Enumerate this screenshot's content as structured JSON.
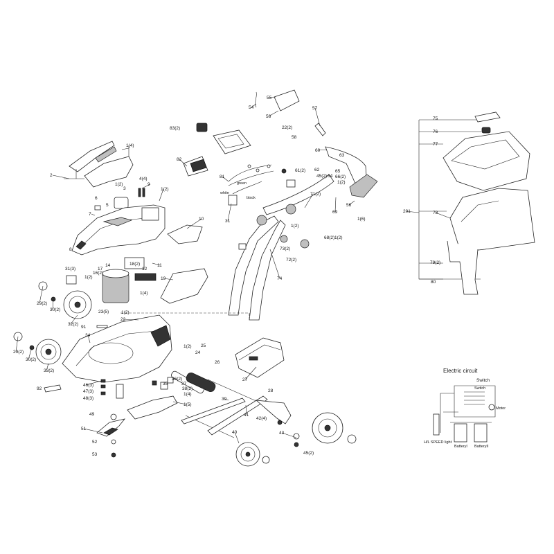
{
  "parts": [
    {
      "id": "p2",
      "label": "2"
    },
    {
      "id": "p1_4a",
      "label": "1(4)"
    },
    {
      "id": "p1_2a",
      "label": "1(2)"
    },
    {
      "id": "p4_4",
      "label": "4(4)"
    },
    {
      "id": "p9",
      "label": "9"
    },
    {
      "id": "p1_2b",
      "label": "1(2)"
    },
    {
      "id": "p6",
      "label": "6"
    },
    {
      "id": "p7",
      "label": "7"
    },
    {
      "id": "p3",
      "label": "3"
    },
    {
      "id": "p5",
      "label": "5"
    },
    {
      "id": "p8",
      "label": "8"
    },
    {
      "id": "p10",
      "label": "10"
    },
    {
      "id": "p18_2",
      "label": "18(2)"
    },
    {
      "id": "p11",
      "label": "11"
    },
    {
      "id": "p12",
      "label": "12"
    },
    {
      "id": "p31_3",
      "label": "31(3)"
    },
    {
      "id": "p14",
      "label": "14"
    },
    {
      "id": "p17",
      "label": "17"
    },
    {
      "id": "p16_2",
      "label": "16(2)"
    },
    {
      "id": "p1_2c",
      "label": "1(2)"
    },
    {
      "id": "p19",
      "label": "19"
    },
    {
      "id": "p1_4b",
      "label": "1(4)"
    },
    {
      "id": "p29_2a",
      "label": "29(2)"
    },
    {
      "id": "p30_2a",
      "label": "30(2)"
    },
    {
      "id": "p32_2",
      "label": "32(2)"
    },
    {
      "id": "p23_5",
      "label": "23(5)"
    },
    {
      "id": "p1_2d",
      "label": "1(2)"
    },
    {
      "id": "p22",
      "label": "22"
    },
    {
      "id": "p91",
      "label": "91"
    },
    {
      "id": "p29_2b",
      "label": "29(2)"
    },
    {
      "id": "p30_2b",
      "label": "30(2)"
    },
    {
      "id": "p33_2",
      "label": "33(2)"
    },
    {
      "id": "p34",
      "label": "34"
    },
    {
      "id": "p92",
      "label": "92"
    },
    {
      "id": "p46_3",
      "label": "46(3)"
    },
    {
      "id": "p47_3",
      "label": "47(3)"
    },
    {
      "id": "p48_3",
      "label": "48(3)"
    },
    {
      "id": "p49",
      "label": "49"
    },
    {
      "id": "p51",
      "label": "51"
    },
    {
      "id": "p52",
      "label": "52"
    },
    {
      "id": "p53",
      "label": "53"
    },
    {
      "id": "p35",
      "label": "35"
    },
    {
      "id": "p36_2",
      "label": "36(2)"
    },
    {
      "id": "p37",
      "label": "37"
    },
    {
      "id": "p38_2",
      "label": "38(2)"
    },
    {
      "id": "p1_4c",
      "label": "1(4)"
    },
    {
      "id": "p1_5",
      "label": "1(5)"
    },
    {
      "id": "p1_2e",
      "label": "1(2)"
    },
    {
      "id": "p24",
      "label": "24"
    },
    {
      "id": "p25",
      "label": "25"
    },
    {
      "id": "p26",
      "label": "26"
    },
    {
      "id": "p27",
      "label": "27"
    },
    {
      "id": "p28",
      "label": "28"
    },
    {
      "id": "p39",
      "label": "39"
    },
    {
      "id": "p41",
      "label": "41"
    },
    {
      "id": "p42_4",
      "label": "42(4)"
    },
    {
      "id": "p40",
      "label": "40"
    },
    {
      "id": "p43",
      "label": "43"
    },
    {
      "id": "p45_2a",
      "label": "45(2)"
    },
    {
      "id": "p54",
      "label": "54"
    },
    {
      "id": "p55",
      "label": "55"
    },
    {
      "id": "p56a",
      "label": "56"
    },
    {
      "id": "p57",
      "label": "57"
    },
    {
      "id": "p22_2",
      "label": "22(2)"
    },
    {
      "id": "p58",
      "label": "58"
    },
    {
      "id": "p83_2",
      "label": "83(2)"
    },
    {
      "id": "p82",
      "label": "82"
    },
    {
      "id": "p81",
      "label": "81"
    },
    {
      "id": "p31",
      "label": "31"
    },
    {
      "id": "p60",
      "label": "60"
    },
    {
      "id": "p61_2",
      "label": "61(2)"
    },
    {
      "id": "p62",
      "label": "62"
    },
    {
      "id": "p63",
      "label": "63"
    },
    {
      "id": "p45_2b",
      "label": "45(2)"
    },
    {
      "id": "p64",
      "label": "64"
    },
    {
      "id": "p66_2",
      "label": "66(2)"
    },
    {
      "id": "p65",
      "label": "65"
    },
    {
      "id": "p1_2f",
      "label": "1(2)"
    },
    {
      "id": "p71_2",
      "label": "71(2)"
    },
    {
      "id": "p56b",
      "label": "56"
    },
    {
      "id": "p69",
      "label": "69"
    },
    {
      "id": "p1_6",
      "label": "1(6)"
    },
    {
      "id": "p1_2g",
      "label": "1(2)"
    },
    {
      "id": "p68_2",
      "label": "68(2)"
    },
    {
      "id": "p1_2h",
      "label": "1(2)"
    },
    {
      "id": "p73_2",
      "label": "73(2)"
    },
    {
      "id": "p72_2",
      "label": "72(2)"
    },
    {
      "id": "p74",
      "label": "74"
    },
    {
      "id": "p75",
      "label": "75"
    },
    {
      "id": "p76",
      "label": "76"
    },
    {
      "id": "p77",
      "label": "77"
    },
    {
      "id": "p201",
      "label": "201"
    },
    {
      "id": "p78",
      "label": "78"
    },
    {
      "id": "p79_2",
      "label": "79(2)"
    },
    {
      "id": "p80",
      "label": "80"
    }
  ],
  "wire_labels": {
    "green": "green",
    "white": "white",
    "black": "black"
  },
  "circuit": {
    "title": "Electric circuit",
    "switch": "Switch",
    "switch_inner": "Switch",
    "motor": "Motor",
    "light": "H/L SPEED light",
    "battery1": "BatteryI",
    "battery2": "BatteryII"
  }
}
